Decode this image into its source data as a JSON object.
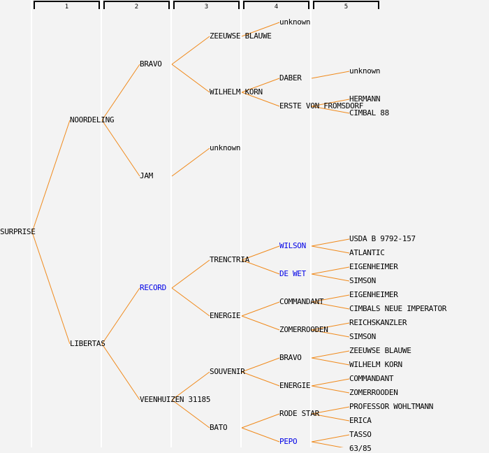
{
  "generations": [
    "1",
    "2",
    "3",
    "4",
    "5"
  ],
  "colors": {
    "line": "#f08a1c",
    "background": "#f3f3f3",
    "highlight_text": "#0000e6",
    "text": "#000000"
  },
  "root": {
    "name": "SURPRISE",
    "highlight": false,
    "children": [
      {
        "name": "NOORDELING",
        "highlight": false,
        "children": [
          {
            "name": "BRAVO",
            "highlight": false,
            "children": [
              {
                "name": "ZEEUWSE BLAUWE",
                "highlight": false,
                "children": [
                  {
                    "name": "unknown",
                    "highlight": false
                  }
                ]
              },
              {
                "name": "WILHELM KORN",
                "highlight": false,
                "children": [
                  {
                    "name": "DABER",
                    "highlight": false,
                    "children": [
                      {
                        "name": "unknown",
                        "highlight": false
                      }
                    ]
                  },
                  {
                    "name": "ERSTE VON FROMSDORF",
                    "highlight": false,
                    "children": [
                      {
                        "name": "HERMANN",
                        "highlight": false
                      },
                      {
                        "name": "CIMBAL 88",
                        "highlight": false
                      }
                    ]
                  }
                ]
              }
            ]
          },
          {
            "name": "JAM",
            "highlight": false,
            "children": [
              {
                "name": "unknown",
                "highlight": false
              }
            ]
          }
        ]
      },
      {
        "name": "LIBERTAS",
        "highlight": false,
        "children": [
          {
            "name": "RECORD",
            "highlight": true,
            "children": [
              {
                "name": "TRENCTRIA",
                "highlight": false,
                "children": [
                  {
                    "name": "WILSON",
                    "highlight": true,
                    "children": [
                      {
                        "name": "USDA B 9792-157",
                        "highlight": false
                      },
                      {
                        "name": "ATLANTIC",
                        "highlight": false
                      }
                    ]
                  },
                  {
                    "name": "DE WET",
                    "highlight": true,
                    "children": [
                      {
                        "name": "EIGENHEIMER",
                        "highlight": false
                      },
                      {
                        "name": "SIMSON",
                        "highlight": false
                      }
                    ]
                  }
                ]
              },
              {
                "name": "ENERGIE",
                "highlight": false,
                "children": [
                  {
                    "name": "COMMANDANT",
                    "highlight": false,
                    "children": [
                      {
                        "name": "EIGENHEIMER",
                        "highlight": false
                      },
                      {
                        "name": "CIMBALS NEUE IMPERATOR",
                        "highlight": false
                      }
                    ]
                  },
                  {
                    "name": "ZOMERROODEN",
                    "highlight": false,
                    "children": [
                      {
                        "name": "REICHSKANZLER",
                        "highlight": false
                      },
                      {
                        "name": "SIMSON",
                        "highlight": false
                      }
                    ]
                  }
                ]
              }
            ]
          },
          {
            "name": "VEENHUIZEN 31185",
            "highlight": false,
            "children": [
              {
                "name": "SOUVENIR",
                "highlight": false,
                "children": [
                  {
                    "name": "BRAVO",
                    "highlight": false,
                    "children": [
                      {
                        "name": "ZEEUWSE BLAUWE",
                        "highlight": false
                      },
                      {
                        "name": "WILHELM KORN",
                        "highlight": false
                      }
                    ]
                  },
                  {
                    "name": "ENERGIE",
                    "highlight": false,
                    "children": [
                      {
                        "name": "COMMANDANT",
                        "highlight": false
                      },
                      {
                        "name": "ZOMERROODEN",
                        "highlight": false
                      }
                    ]
                  }
                ]
              },
              {
                "name": "BATO",
                "highlight": false,
                "children": [
                  {
                    "name": "RODE STAR",
                    "highlight": false,
                    "children": [
                      {
                        "name": "PROFESSOR WOHLTMANN",
                        "highlight": false
                      },
                      {
                        "name": "ERICA",
                        "highlight": false
                      }
                    ]
                  },
                  {
                    "name": "PEPO",
                    "highlight": true,
                    "children": [
                      {
                        "name": "TASSO",
                        "highlight": false
                      },
                      {
                        "name": "63/85",
                        "highlight": false
                      }
                    ]
                  }
                ]
              }
            ]
          }
        ]
      }
    ]
  }
}
